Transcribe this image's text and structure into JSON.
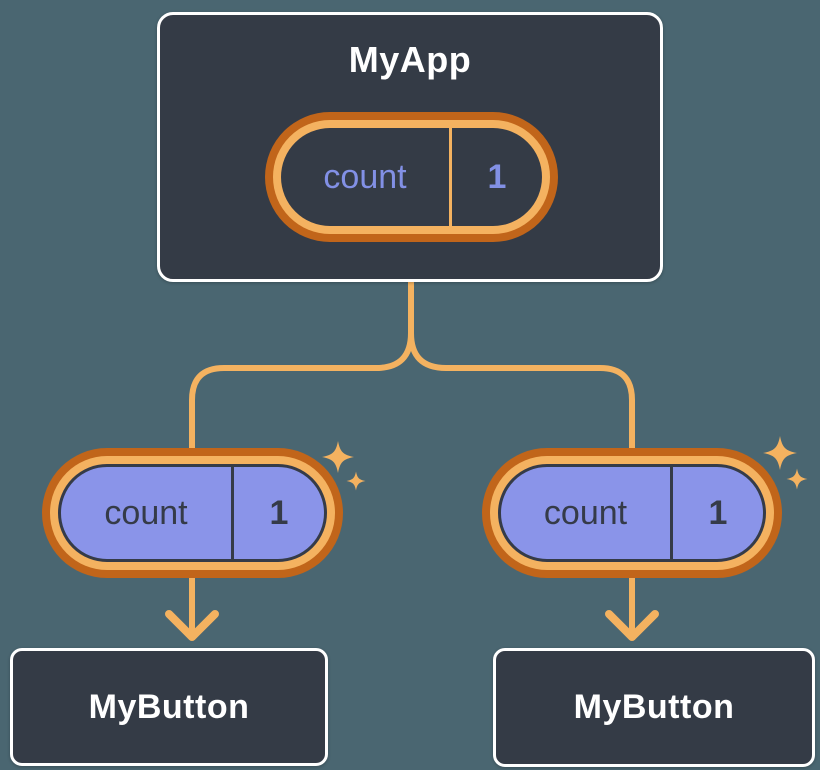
{
  "colors": {
    "background": "#4A6671",
    "node_fill": "#343B46",
    "node_border": "#FFFFFF",
    "accent_orange_dark": "#C1651A",
    "accent_orange_light": "#F4B260",
    "state_purple_fill": "#8A94E9",
    "state_purple_text": "#8290E5",
    "dark_text": "#353B48",
    "white_text": "#FFFFFF"
  },
  "icons": {
    "sparkle": "four-point-star",
    "arrow": "down-chevron-arrow"
  },
  "tree": {
    "root": {
      "label": "MyApp",
      "state": {
        "key": "count",
        "value": "1"
      }
    },
    "children": [
      {
        "label": "MyButton",
        "prop": {
          "key": "count",
          "value": "1"
        }
      },
      {
        "label": "MyButton",
        "prop": {
          "key": "count",
          "value": "1"
        }
      }
    ]
  }
}
